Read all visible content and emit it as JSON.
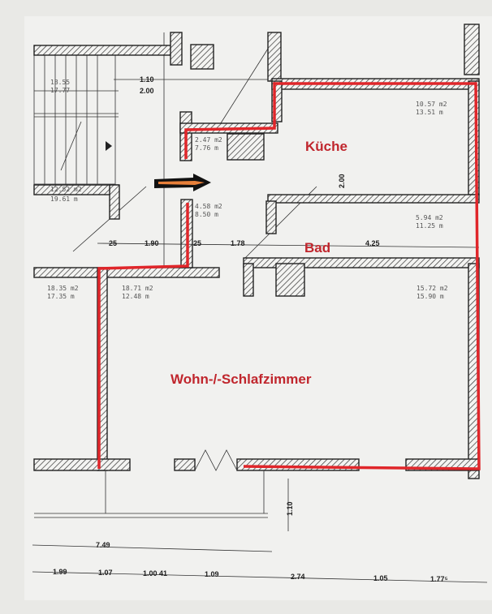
{
  "rooms": {
    "kitchen": {
      "label": "Küche",
      "area": "10.57 m2",
      "perimeter": "13.51 m"
    },
    "bath": {
      "label": "Bad",
      "area": "5.94 m2",
      "perimeter": "11.25 m"
    },
    "living": {
      "label": "Wohn-/-Schlafzimmer",
      "area": "15.72 m2",
      "perimeter": "15.90 m"
    },
    "hall": {
      "area": "4.58 m2",
      "perimeter": "8.50 m"
    },
    "storage": {
      "area": "2.47 m2",
      "perimeter": "7.76 m"
    },
    "room_center_left": {
      "area": "18.71 m2",
      "perimeter": "12.48 m"
    },
    "room_far_left": {
      "area": "18.35 m2",
      "perimeter": "17.35 m"
    },
    "room_left_mid": {
      "area": "12.52 m2",
      "perimeter": "19.61 m"
    },
    "stairs": {
      "area": "18.55",
      "perimeter": "17.77"
    }
  },
  "dimensions": {
    "top_door_w": "1.10",
    "top_door_h": "2.00",
    "hall_w1": "1.90",
    "hall_w2": "1.78",
    "bath_w": "4.25",
    "kitchen_h": "2.00",
    "balcony_depth": "1.10",
    "total_left": "7.49",
    "wall_small_1": "25",
    "wall_small_2": "25",
    "bottom_chain": [
      "1.99",
      "1.07",
      "1.00",
      "41",
      "1.09",
      "2.74",
      "1.05",
      "1.77⁵"
    ]
  },
  "colors": {
    "outline": "#e0262a",
    "label": "#c0262d",
    "arrow": "#e8803a"
  }
}
